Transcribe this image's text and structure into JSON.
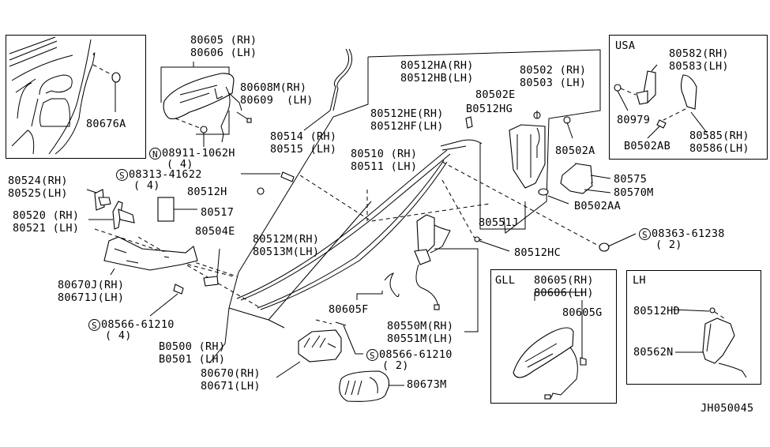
{
  "diagram": {
    "title": "Door lock & handle parts diagram",
    "code": "JH050045",
    "color": "#000000",
    "background": "#ffffff",
    "insets": {
      "door_panel": {
        "parts": [
          "80676A"
        ]
      },
      "usa": {
        "title": "USA",
        "parts": [
          "80582 (RH)",
          "80583 (LH)",
          "80979",
          "B0502AB",
          "80585 (RH)",
          "80586 (LH)"
        ]
      },
      "gll": {
        "title": "GLL",
        "parts": [
          "80605 (RH)",
          "80606 (LH)",
          "80605G"
        ]
      },
      "lh": {
        "title": "LH",
        "parts": [
          "80512HD",
          "80562N"
        ]
      }
    },
    "labels": {
      "p80676A": "80676A",
      "p80605": "80605 (RH)",
      "p80606": "80606 (LH)",
      "p80608M": "80608M(RH)",
      "p80609": "80609  (LH)",
      "n08911": "08911-1062H",
      "n08911_qty": "( 4)",
      "p80514": "80514 (RH)",
      "p80515": "80515 (LH)",
      "p80512HA": "80512HA(RH)",
      "p80512HB": "80512HB(LH)",
      "p80502": "80502 (RH)",
      "p80503": "80503 (LH)",
      "p80502E": "80502E",
      "p80512HE": "80512HE(RH)",
      "p80512HF": "80512HF(LH)",
      "p80512HG": "B0512HG",
      "p80502A": "80502A",
      "p80510": "80510 (RH)",
      "p80511": "80511 (LH)",
      "s08313": "08313-41622",
      "s08313_qty": "( 4)",
      "p80524": "80524(RH)",
      "p80525": "80525(LH)",
      "p80512H": "80512H",
      "p80517": "80517",
      "p80520": "80520 (RH)",
      "p80521": "80521 (LH)",
      "p80504E": "80504E",
      "p80512M": "80512M(RH)",
      "p80513M": "80513M(LH)",
      "p80670J": "80670J(RH)",
      "p80671J": "80671J(LH)",
      "s08566a": "08566-61210",
      "s08566a_qty": "( 4)",
      "p80500": "B0500 (RH)",
      "p80501": "B0501 (LH)",
      "p80670": "80670(RH)",
      "p80671": "80671(LH)",
      "p80605F": "80605F",
      "p80550M": "80550M(RH)",
      "p80551M": "80551M(LH)",
      "s08566b": "08566-61210",
      "s08566b_qty": "( 2)",
      "p80673M": "80673M",
      "p80551J": "80551J",
      "p80512HC": "80512HC",
      "p80575": "80575",
      "p80570M": "80570M",
      "p80502AA": "B0502AA",
      "s08363": "08363-61238",
      "s08363_qty": "( 2)",
      "usa_title": "USA",
      "p80582": "80582(RH)",
      "p80583": "80583(LH)",
      "p80979": "80979",
      "p80502AB": "B0502AB",
      "p80585": "80585(RH)",
      "p80586": "80586(LH)",
      "gll_title": "GLL",
      "g80605": "80605(RH)",
      "g80606": "80606(LH)",
      "g80605G": "80605G",
      "lh_title": "LH",
      "p80512HD": "80512HD",
      "p80562N": "80562N"
    },
    "symbols": {
      "n": "N",
      "s": "S"
    }
  }
}
